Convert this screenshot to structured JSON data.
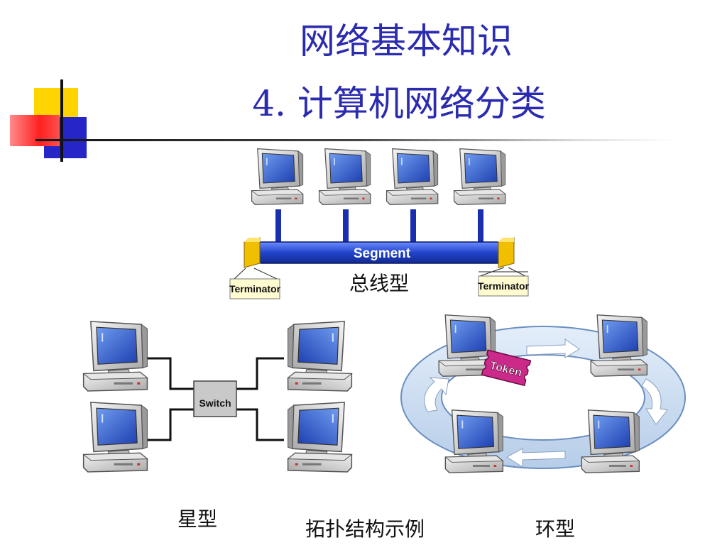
{
  "title": "网络基本知识",
  "subtitle": "4. 计算机网络分类",
  "bus": {
    "caption": "总线型",
    "segment_label": "Segment",
    "terminator_left": "Terminator",
    "terminator_right": "Terminator"
  },
  "star": {
    "caption": "星型",
    "switch_label": "Switch"
  },
  "ring": {
    "caption": "环型",
    "token_label": "Token"
  },
  "footer_caption": "拓扑结构示例",
  "colors": {
    "title": "#2b2bb0",
    "segment": "#2244cc",
    "terminator": "#f0c000",
    "token": "#cc2a8a",
    "ring": "#c8dcf0"
  }
}
